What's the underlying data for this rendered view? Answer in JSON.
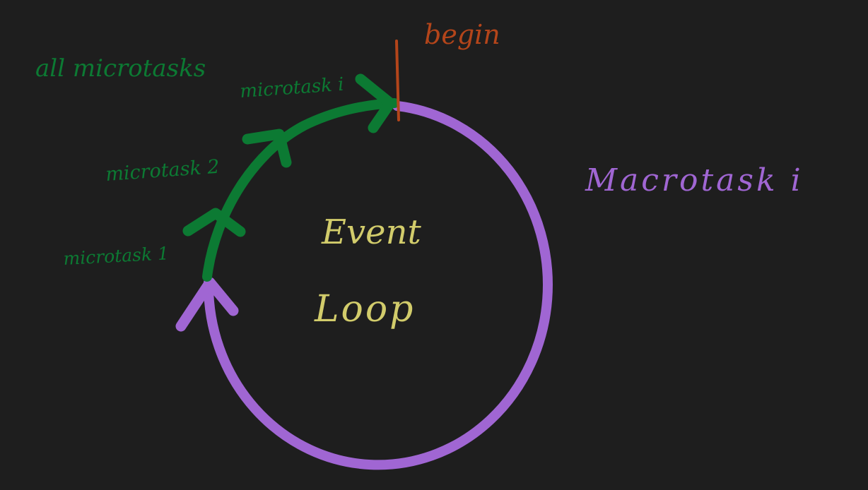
{
  "colors": {
    "background": "#1e1e1e",
    "macrotask": "#a066d3",
    "microtask": "#0c7a33",
    "begin": "#b4451a",
    "center": "#d2cc6b"
  },
  "labels": {
    "begin": "begin",
    "all_microtasks": "all microtasks",
    "microtask_i": "microtask i",
    "microtask_2": "microtask 2",
    "microtask_1": "microtask 1",
    "macrotask_i": "Macrotask i",
    "center_line1": "Event",
    "center_line2": "Loop"
  }
}
